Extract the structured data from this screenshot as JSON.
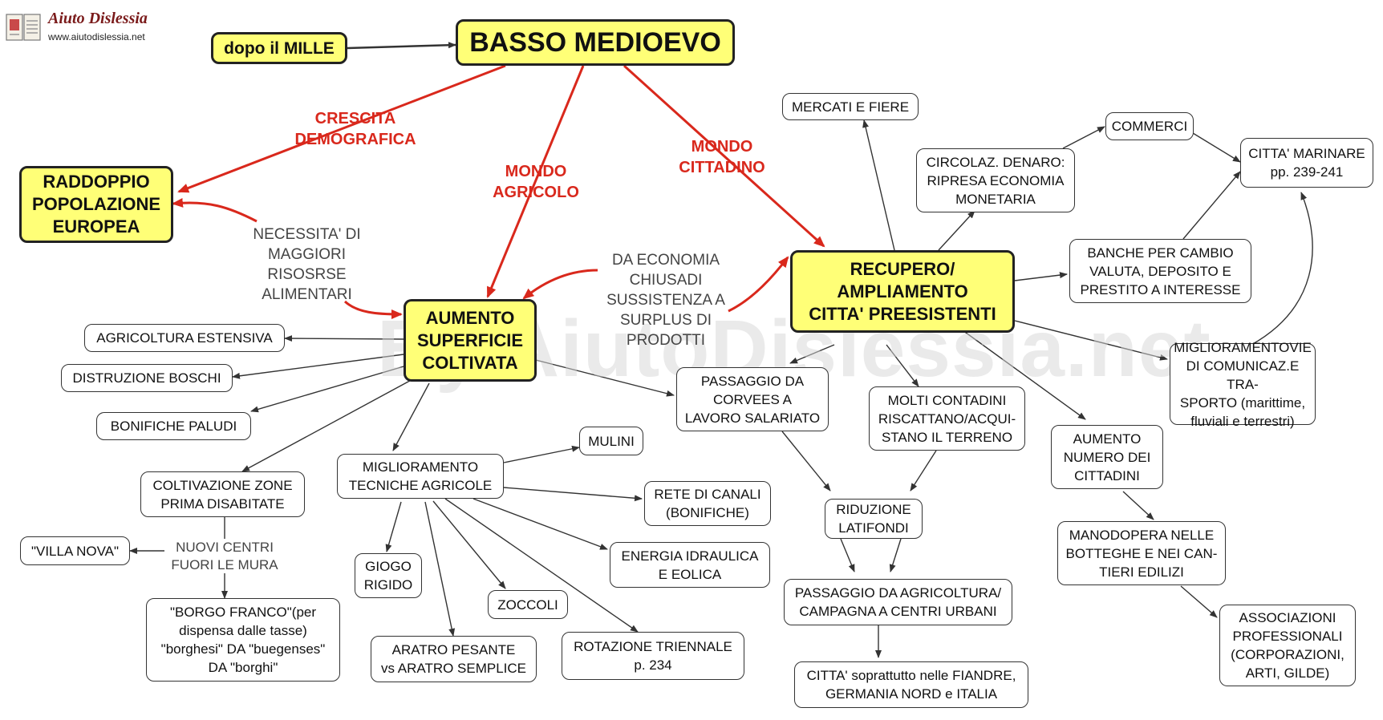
{
  "logo": {
    "title": "Aiuto Dislessia",
    "url": "www.aiutodislessia.net"
  },
  "watermark": "By AiutoDislessia.net",
  "nodes": {
    "n_dopo_mille": "dopo il MILLE",
    "n_basso_medioevo": "BASSO MEDIOEVO",
    "n_raddoppio": "RADDOPPIO\nPOPOLAZIONE\nEUROPEA",
    "n_aumento_superficie": "AUMENTO\nSUPERFICIE\nCOLTIVATA",
    "n_recupero": "RECUPERO/\nAMPLIAMENTO\nCITTA' PREESISTENTI",
    "n_agricoltura_estensiva": "AGRICOLTURA ESTENSIVA",
    "n_distruzione_boschi": "DISTRUZIONE BOSCHI",
    "n_bonifiche_paludi": "BONIFICHE PALUDI",
    "n_coltivazione_zone": "COLTIVAZIONE ZONE\nPRIMA DISABITATE",
    "n_villa_nova": "\"VILLA NOVA\"",
    "n_borgo_franco": "\"BORGO FRANCO\"(per\ndispensa  dalle tasse)\n\"borghesi\" DA \"buegenses\"\nDA \"borghi\"",
    "n_miglioramento_tecniche": "MIGLIORAMENTO\nTECNICHE AGRICOLE",
    "n_mulini": "MULINI",
    "n_rete_canali": "RETE DI CANALI\n(BONIFICHE)",
    "n_energia": "ENERGIA IDRAULICA\nE EOLICA",
    "n_rotazione": "ROTAZIONE TRIENNALE\np. 234",
    "n_aratro": "ARATRO PESANTE\nvs ARATRO SEMPLICE",
    "n_zoccoli": "ZOCCOLI",
    "n_giogo": "GIOGO\nRIGIDO",
    "n_corvees": "PASSAGGIO DA\nCORVEES A\nLAVORO SALARIATO",
    "n_mercati": "MERCATI E FIERE",
    "n_circolaz": "CIRCOLAZ. DENARO:\nRIPRESA ECONOMIA\nMONETARIA",
    "n_commerci": "COMMERCI",
    "n_citta_marinare": "CITTA' MARINARE\npp. 239-241",
    "n_banche": "BANCHE PER CAMBIO\nVALUTA, DEPOSITO E\nPRESTITO A INTERESSE",
    "n_miglioramento_vie": "MIGLIORAMENTOVIE\nDI COMUNICAZ.E TRA-\nSPORTO (marittime,\nfluviali e terrestri)",
    "n_molti_contadini": "MOLTI CONTADINI\nRISCATTANO/ACQUI-\nSTANO IL TERRENO",
    "n_aumento_cittadini": "AUMENTO\nNUMERO DEI\nCITTADINI",
    "n_manodopera": "MANODOPERA NELLE\nBOTTEGHE E NEI CAN-\nTIERI EDILIZI",
    "n_associazioni": "ASSOCIAZIONI\nPROFESSIONALI\n(CORPORAZIONI,\nARTI, GILDE)",
    "n_riduzione": "RIDUZIONE\nLATIFONDI",
    "n_passaggio_agricoltura": "PASSAGGIO DA AGRICOLTURA/\nCAMPAGNA A CENTRI URBANI",
    "n_citta_fiandre": "CITTA' soprattutto nelle FIANDRE,\nGERMANIA NORD e ITALIA"
  },
  "labels": {
    "l_crescita": "CRESCITA\nDEMOGRAFICA",
    "l_mondo_agricolo": "MONDO\nAGRICOLO",
    "l_mondo_cittadino": "MONDO\nCITTADINO",
    "l_necessita": "NECESSITA' DI\nMAGGIORI\nRISOSRSE\nALIMENTARI",
    "l_da_economia": "DA ECONOMIA\nCHIUSADI\nSUSSISTENZA A\nSURPLUS DI\nPRODOTTI",
    "l_nuovi_centri": "NUOVI CENTRI\nFUORI LE MURA"
  },
  "colors": {
    "highlight": "#ffff77",
    "relation_red": "#d9281c",
    "line": "#333333"
  }
}
